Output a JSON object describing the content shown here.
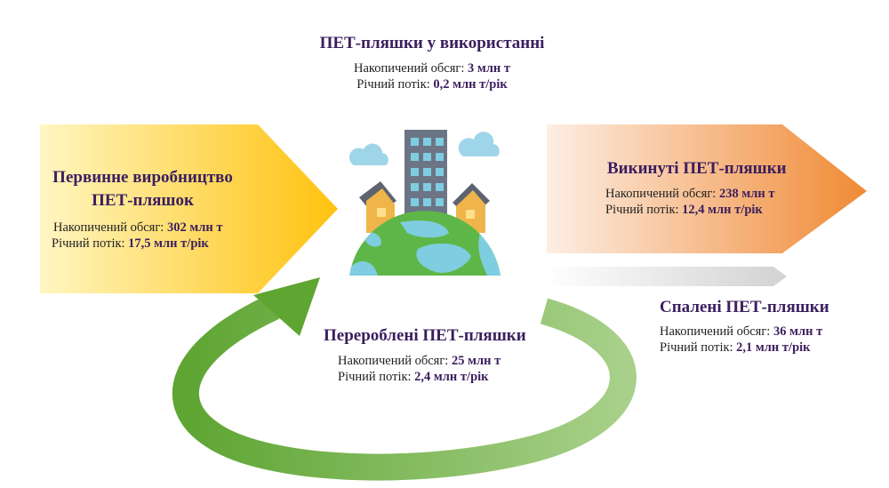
{
  "colors": {
    "primary_arrow_start": "#fff6c2",
    "primary_arrow_end": "#ffc20e",
    "discarded_arrow_start": "#fdeee4",
    "discarded_arrow_end": "#f08a34",
    "burned_arrow": "#d9d9d9",
    "recycle_loop": "#6fb43f",
    "title_text": "#3b1e5e"
  },
  "icons": {
    "center": "city-globe-icon",
    "clouds": "cloud-icon",
    "loop": "recycle-loop-arrow-icon"
  },
  "in_use": {
    "title": "ПЕТ-пляшки у використанні",
    "stock_label": "Накопичений обсяг:",
    "stock_value": "3 млн т",
    "flow_label": "Річний потік:",
    "flow_value": "0,2 млн т/рік"
  },
  "primary": {
    "title_line1": "Первинне виробництво",
    "title_line2": "ПЕТ-пляшок",
    "stock_label": "Накопичений обсяг:",
    "stock_value": "302 млн т",
    "flow_label": "Річний потік:",
    "flow_value": "17,5 млн т/рік"
  },
  "discarded": {
    "title": "Викинуті ПЕТ-пляшки",
    "stock_label": "Накопичений обсяг:",
    "stock_value": "238 млн т",
    "flow_label": "Річний потік:",
    "flow_value": "12,4 млн т/рік"
  },
  "burned": {
    "title": "Спалені ПЕТ-пляшки",
    "stock_label": "Накопичений обсяг:",
    "stock_value": "36 млн т",
    "flow_label": "Річний потік:",
    "flow_value": "2,1 млн т/рік"
  },
  "recycled": {
    "title": "Перероблені ПЕТ-пляшки",
    "stock_label": "Накопичений обсяг:",
    "stock_value": "25 млн т",
    "flow_label": "Річний потік:",
    "flow_value": "2,4 млн т/рік"
  }
}
